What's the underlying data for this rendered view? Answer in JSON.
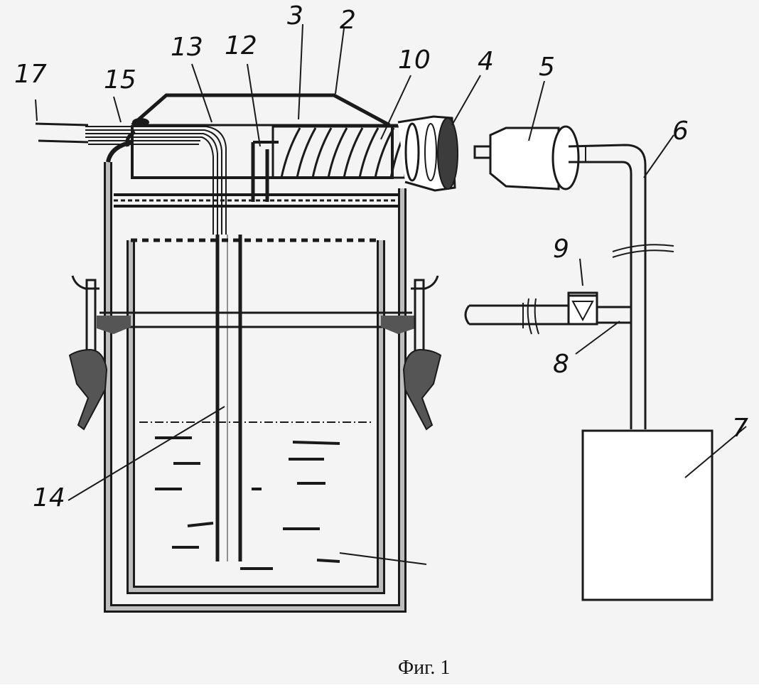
{
  "figure": {
    "caption": "Фиг. 1",
    "labels": {
      "l2": "2",
      "l3": "3",
      "l4": "4",
      "l5": "5",
      "l6": "6",
      "l7": "7",
      "l8": "8",
      "l9": "9",
      "l10": "10",
      "l12": "12",
      "l13": "13",
      "l14": "14",
      "l15": "15",
      "l17": "17"
    }
  },
  "colors": {
    "ink": "#1a1a1a",
    "paper": "#f4f4f4",
    "wall_fill": "#bdbdbd",
    "dark_part": "#555555",
    "disc": "#3c3c3c"
  }
}
